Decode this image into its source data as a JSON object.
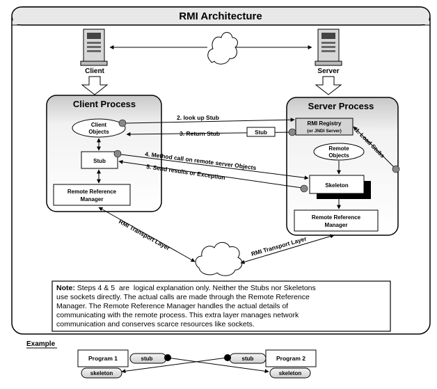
{
  "title": "RMI Architecture",
  "hosts": {
    "client_label": "Client",
    "server_label": "Server"
  },
  "client_process": {
    "title": "Client Process",
    "client_objects_line1": "Client",
    "client_objects_line2": "Objects",
    "stub": "Stub",
    "rrm_line1": "Remote Reference",
    "rrm_line2": "Manager"
  },
  "server_process": {
    "title": "Server Process",
    "registry_line1": "RMI Registry",
    "registry_line2": "(or JNDI Server)",
    "remote_objects_line1": "Remote",
    "remote_objects_line2": "Objects",
    "skeleton": "Skeleton",
    "rrm_line1": "Remote Reference",
    "rrm_line2": "Manager"
  },
  "arrows": {
    "lookup": "2. look up Stub",
    "return_stub": "3. Return Stub",
    "stub_box": "Stub",
    "method_call": "4. Method call on remote server Objects",
    "send_results": "5. Send results or Exception",
    "load_stubs": "1. Load Stubs",
    "transport_left": "RMI Transport Layer",
    "transport_right": "RMI Transport Layer"
  },
  "note": {
    "label": "Note:",
    "line1": " Steps 4 & 5  are  logical explanation only. Neither the Stubs nor Skeletons",
    "line2": "use sockets directly. The actual calls are made  through the Remote Reference",
    "line3": "Manager.  The  Remote Reference Manager handles the actual details of",
    "line4": "communicating with the remote process. This extra layer manages network",
    "line5": "communication and conserves scarce resources like sockets."
  },
  "example": {
    "heading": "Example",
    "program1": "Program 1",
    "program2": "Program 2",
    "stub_left": "stub",
    "stub_right": "stub",
    "skeleton_left": "skeleton",
    "skeleton_right": "skeleton"
  }
}
